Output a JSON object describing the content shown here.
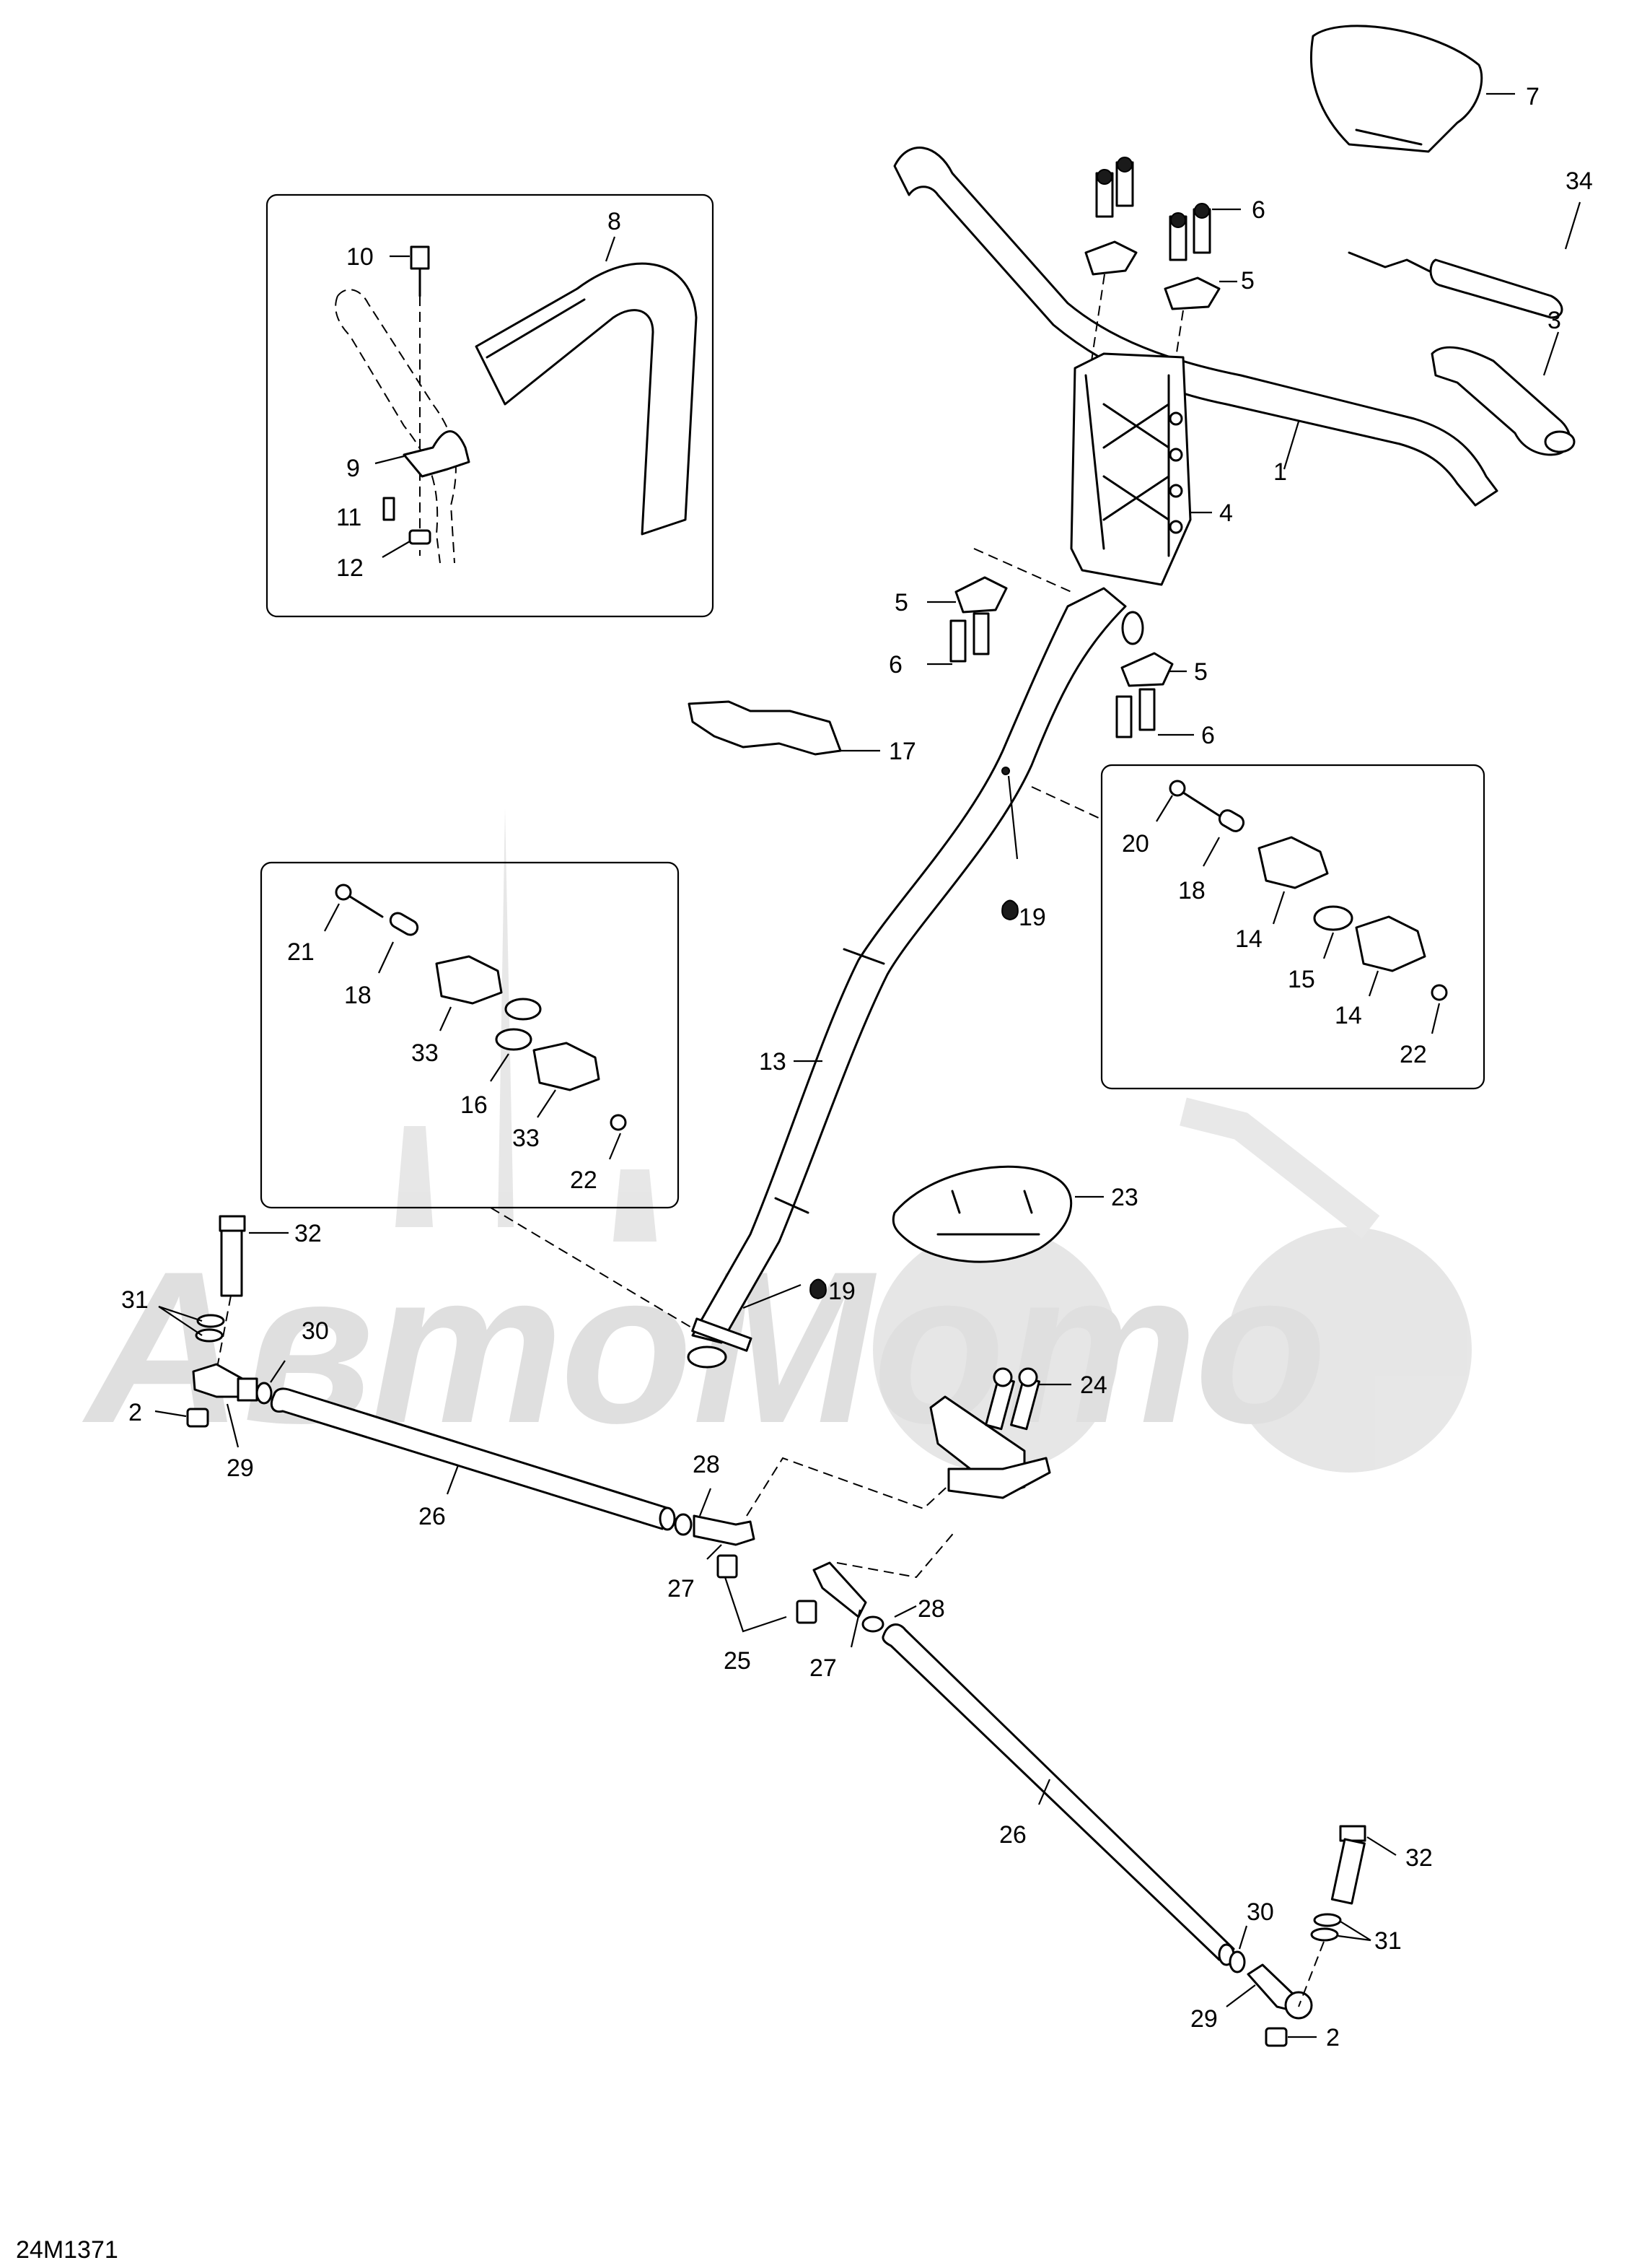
{
  "watermark": {
    "text": "АвтоМото"
  },
  "diagram_code": "24M1371",
  "lubricant_symbol": "drop-icon",
  "callouts": {
    "c1": "1",
    "c2a": "2",
    "c2b": "2",
    "c3": "3",
    "c4": "4",
    "c5a": "5",
    "c5b": "5",
    "c5c": "5",
    "c6a": "6",
    "c6b": "6",
    "c6c": "6",
    "c7": "7",
    "c8": "8",
    "c9": "9",
    "c10": "10",
    "c11": "11",
    "c12": "12",
    "c13": "13",
    "c14a": "14",
    "c14b": "14",
    "c15": "15",
    "c16": "16",
    "c17": "17",
    "c18a": "18",
    "c18b": "18",
    "c19a": "19",
    "c19b": "19",
    "c20": "20",
    "c21": "21",
    "c22a": "22",
    "c22b": "22",
    "c23": "23",
    "c24": "24",
    "c25": "25",
    "c26a": "26",
    "c26b": "26",
    "c27a": "27",
    "c27b": "27",
    "c28a": "28",
    "c28b": "28",
    "c29a": "29",
    "c29b": "29",
    "c30a": "30",
    "c30b": "30",
    "c31a": "31",
    "c31b": "31",
    "c32a": "32",
    "c32b": "32",
    "c33a": "33",
    "c33b": "33",
    "c34": "34"
  }
}
